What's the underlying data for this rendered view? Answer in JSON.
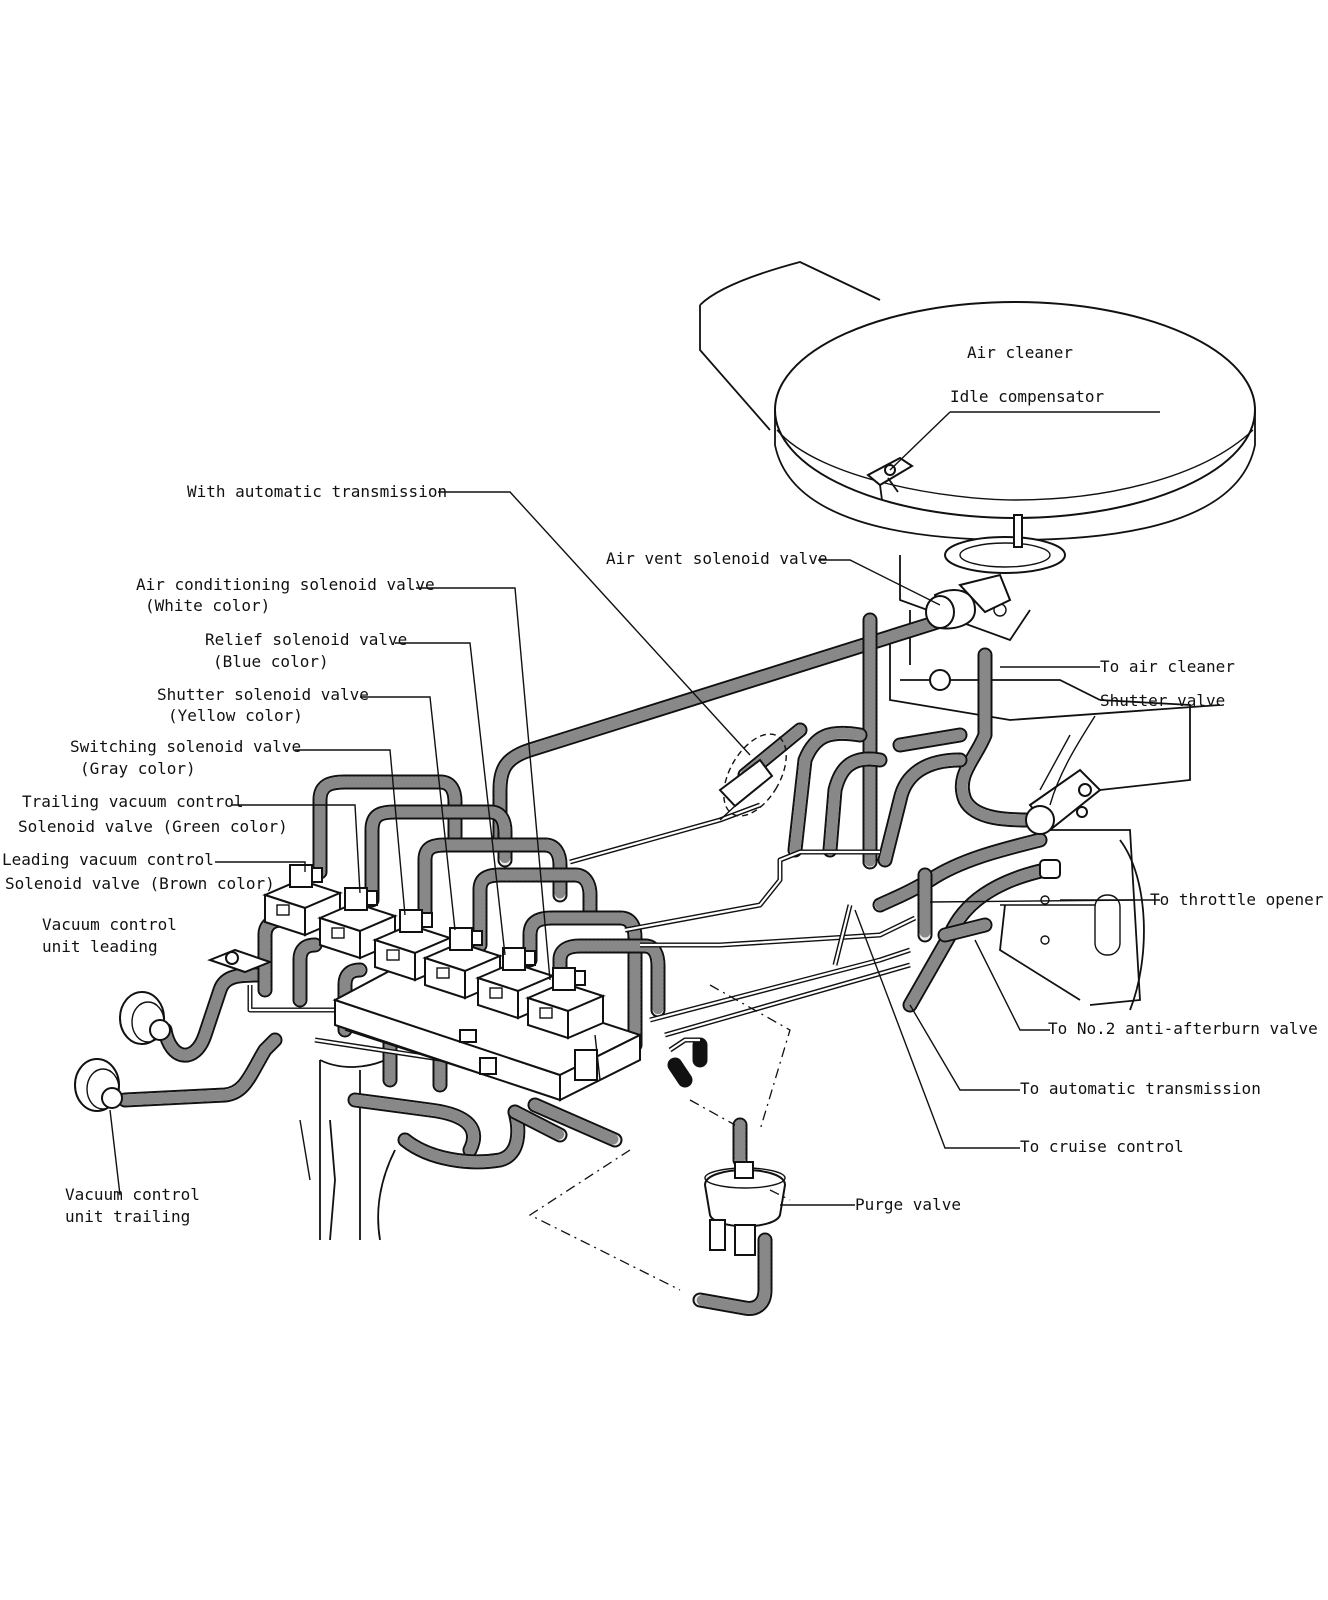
{
  "labels": {
    "air_cleaner": "Air cleaner",
    "idle_compensator": "Idle compensator",
    "with_automatic_transmission": "With automatic transmission",
    "air_vent_solenoid_valve": "Air vent solenoid valve",
    "air_conditioning_solenoid_valve": "Air conditioning solenoid valve",
    "white_color": "(White color)",
    "relief_solenoid_valve": "Relief solenoid valve",
    "blue_color": "(Blue color)",
    "shutter_solenoid_valve": "Shutter solenoid valve",
    "yellow_color": "(Yellow color)",
    "switching_solenoid_valve": "Switching solenoid valve",
    "gray_color": "(Gray color)",
    "trailing_vacuum_control": "Trailing vacuum control",
    "trailing_solenoid_valve_green": "Solenoid valve (Green color)",
    "leading_vacuum_control": "Leading vacuum control",
    "leading_solenoid_valve_brown": "Solenoid valve (Brown color)",
    "vacuum_control_unit_leading_1": "Vacuum control",
    "vacuum_control_unit_leading_2": "unit leading",
    "vacuum_control_unit_trailing_1": "Vacuum control",
    "vacuum_control_unit_trailing_2": "unit trailing",
    "to_air_cleaner": "To air cleaner",
    "shutter_valve": "Shutter valve",
    "to_throttle_opener": "To throttle opener",
    "to_no2_anti_afterburn_valve": "To No.2 anti-afterburn valve",
    "to_automatic_transmission": "To automatic transmission",
    "to_cruise_control": "To cruise control",
    "purge_valve": "Purge valve"
  }
}
